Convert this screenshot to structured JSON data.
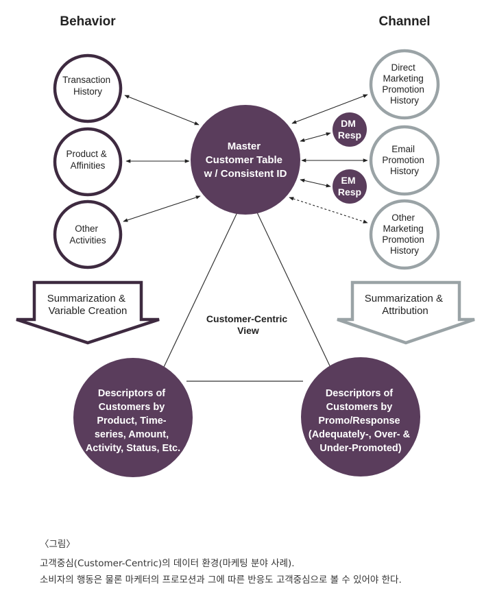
{
  "headers": {
    "behavior": "Behavior",
    "channel": "Channel"
  },
  "behavior_nodes": [
    {
      "lines": [
        "Transaction",
        "History"
      ]
    },
    {
      "lines": [
        "Product &",
        "Affinities"
      ]
    },
    {
      "lines": [
        "Other",
        "Activities"
      ]
    }
  ],
  "channel_nodes": [
    {
      "lines": [
        "Direct",
        "Marketing",
        "Promotion",
        "History"
      ]
    },
    {
      "lines": [
        "Email",
        "Promotion",
        "History"
      ]
    },
    {
      "lines": [
        "Other",
        "Marketing",
        "Promotion",
        "History"
      ]
    }
  ],
  "master": {
    "lines": [
      "Master",
      "Customer Table",
      "w / Consistent ID"
    ]
  },
  "response_nodes": [
    {
      "lines": [
        "DM",
        "Resp"
      ]
    },
    {
      "lines": [
        "EM",
        "Resp"
      ]
    }
  ],
  "summary_arrows": {
    "left": {
      "lines": [
        "Summarization &",
        "Variable Creation"
      ]
    },
    "right": {
      "lines": [
        "Summarization &",
        "Attribution"
      ]
    }
  },
  "center_label": {
    "lines": [
      "Customer-Centric",
      "View"
    ]
  },
  "descriptors": {
    "left": {
      "lines": [
        "Descriptors of",
        "Customers by",
        "Product, Time-",
        "series, Amount,",
        "Activity, Status, Etc."
      ]
    },
    "right": {
      "lines": [
        "Descriptors of",
        "Customers by",
        "Promo/Response",
        "(Adequately-, Over- &",
        "Under-Promoted)"
      ]
    }
  },
  "caption": {
    "label": "〈그림〉",
    "line1": "고객중심(Customer-Centric)의 데이터 환경(마케팅 분야 사례).",
    "line2": "소비자의 행동은 물론 마케터의 프로모션과 그에 따른 반응도 고객중심으로 볼 수 있어야 한다."
  },
  "colors": {
    "purple": "#5a3d5c",
    "gray_ring": "#9aa3a6",
    "dark_ring": "#3e2a40",
    "text": "#222222",
    "arrow_fill": "#ffffff"
  }
}
